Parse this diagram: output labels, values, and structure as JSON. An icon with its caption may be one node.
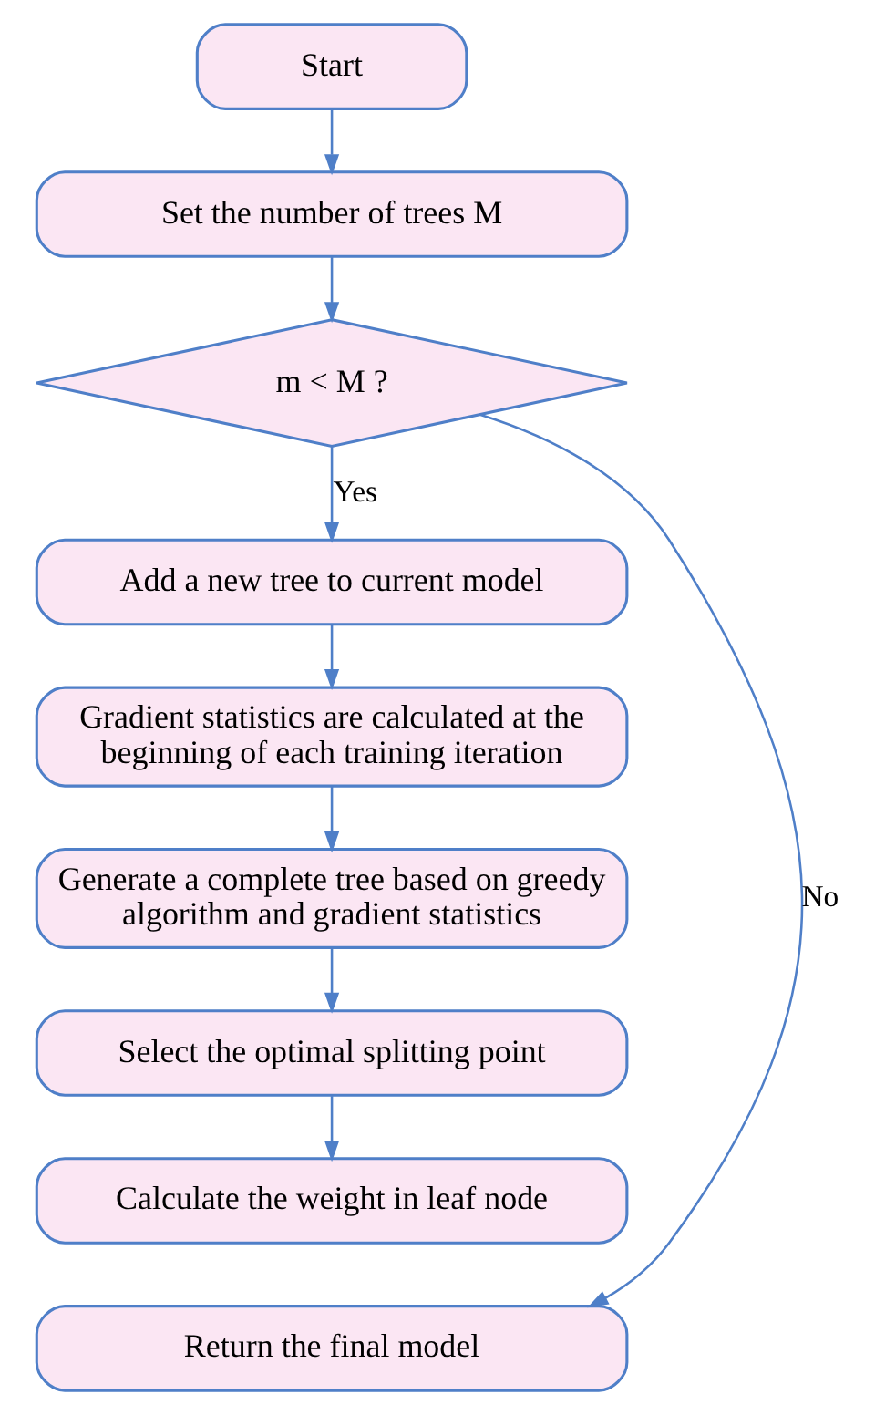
{
  "diagram": {
    "nodes": [
      {
        "text": [
          "Start"
        ]
      },
      {
        "text": [
          "Set the number of trees M"
        ]
      },
      {
        "text": [
          "m < M ?"
        ]
      },
      {
        "text": [
          "Add a new tree to current model"
        ]
      },
      {
        "text": [
          "Gradient statistics are calculated at the beginning of each training iteration"
        ]
      },
      {
        "text": [
          "Generate a complete tree based on greedy algorithm and gradient statistics"
        ]
      },
      {
        "text": [
          "Select the optimal splitting point"
        ]
      },
      {
        "text": [
          "Calculate the weight in leaf node"
        ]
      },
      {
        "text": [
          "Return the final model"
        ]
      }
    ],
    "edges": [
      {
        "from": 0,
        "to": 1,
        "arrow": "to"
      },
      {
        "from": 1,
        "to": 2,
        "arrow": "to"
      },
      {
        "from": 2,
        "to": 3,
        "arrow": "to",
        "label": "Yes"
      },
      {
        "from": 3,
        "to": 4,
        "arrow": "to"
      },
      {
        "from": 4,
        "to": 5,
        "arrow": "to"
      },
      {
        "from": 5,
        "to": 6,
        "arrow": "to"
      },
      {
        "from": 6,
        "to": 7,
        "arrow": "to"
      },
      {
        "from": 2,
        "to": 8,
        "arrow": "to",
        "label": "No"
      }
    ]
  }
}
